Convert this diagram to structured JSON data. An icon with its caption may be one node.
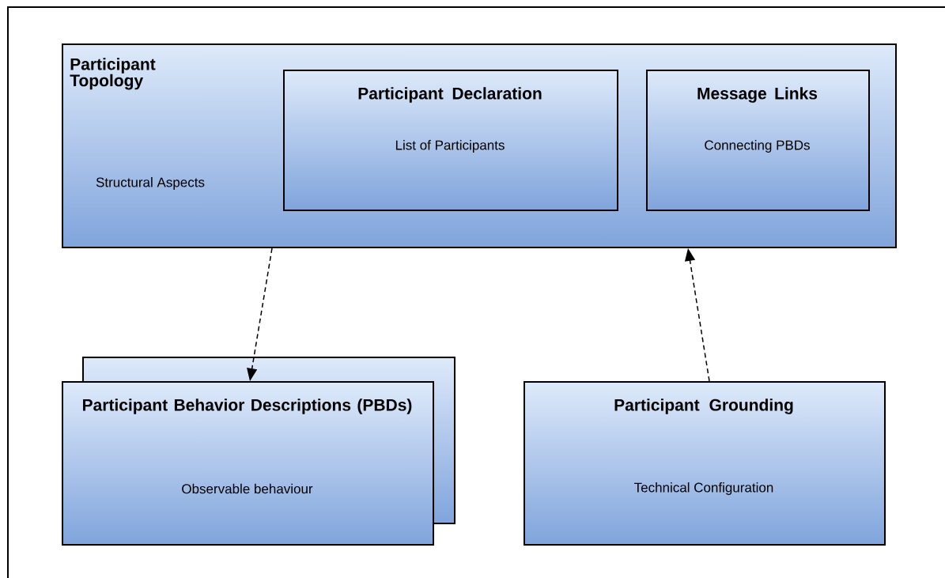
{
  "diagram": {
    "nodes": [
      {
        "text": [
          "Participant Topology",
          "Structural Aspects"
        ]
      },
      {
        "text": [
          "Participant Declaration",
          "List of Participants"
        ],
        "in": 0
      },
      {
        "text": [
          "Message Links",
          "Connecting PBDs"
        ],
        "in": 0
      },
      {
        "text": [
          "Participant Behavior Descriptions (PBDs)",
          "Observable behaviour"
        ]
      },
      {
        "text": [
          "Participant Grounding",
          "Technical Configuration"
        ]
      }
    ],
    "edges": [
      {
        "from": 0,
        "to": 3,
        "arrow": "to",
        "style": "dashed"
      },
      {
        "from": 4,
        "to": 0,
        "arrow": "to",
        "style": "dashed"
      }
    ]
  }
}
